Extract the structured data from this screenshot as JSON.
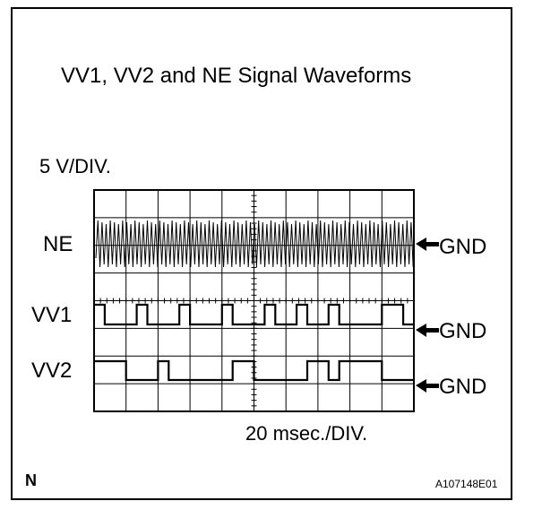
{
  "title": "VV1, VV2 and NE Signal Waveforms",
  "volts_per_div": "5 V/DIV.",
  "time_per_div": "20 msec./DIV.",
  "corner_letter": "N",
  "figure_code": "A107148E01",
  "channels": [
    {
      "label": "NE",
      "ground_label": "GND"
    },
    {
      "label": "VV1",
      "ground_label": "GND"
    },
    {
      "label": "VV2",
      "ground_label": "GND"
    }
  ],
  "grid": {
    "columns": 10,
    "rows": 8
  },
  "waveforms": {
    "vv1_levels": [
      1,
      0,
      0,
      0,
      1,
      0,
      0,
      0,
      1,
      0,
      0,
      0,
      1,
      0,
      0,
      0,
      1,
      0,
      0,
      1,
      0,
      0,
      1,
      0,
      0,
      0,
      0,
      1,
      1,
      0
    ],
    "vv2_levels": [
      1,
      1,
      1,
      0,
      0,
      0,
      1,
      0,
      0,
      0,
      0,
      0,
      0,
      1,
      1,
      0,
      0,
      0,
      0,
      0,
      1,
      1,
      0,
      1,
      1,
      1,
      1,
      0,
      0,
      0
    ]
  }
}
